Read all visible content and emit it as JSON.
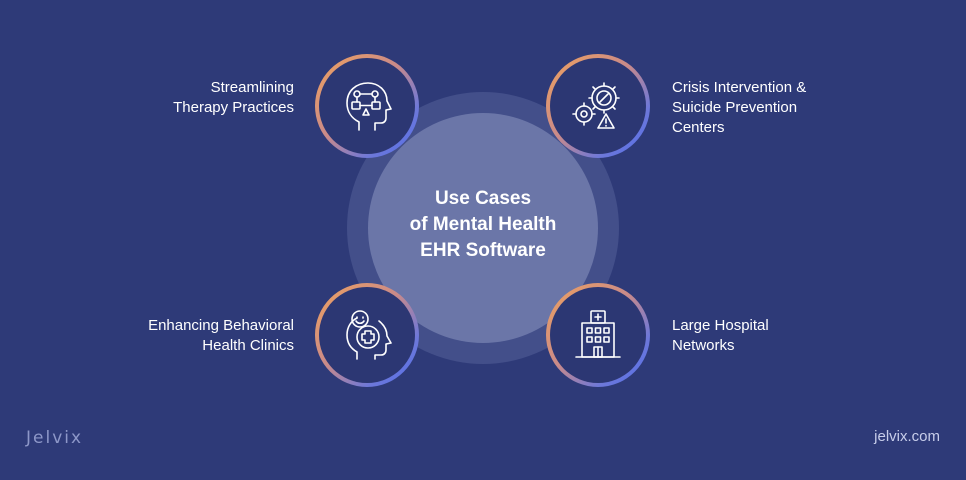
{
  "diagram": {
    "center_title": [
      "Use Cases",
      "of Mental Health",
      "EHR Software"
    ],
    "nodes": [
      {
        "label": [
          "Streamlining",
          "Therapy Practices"
        ],
        "icon": "head-flowchart-icon"
      },
      {
        "label": [
          "Crisis Intervention &",
          "Suicide Prevention",
          "Centers"
        ],
        "icon": "gears-warning-icon"
      },
      {
        "label": [
          "Enhancing Behavioral",
          "Health Clinics"
        ],
        "icon": "head-medical-cross-icon"
      },
      {
        "label": [
          "Large Hospital",
          "Networks"
        ],
        "icon": "hospital-building-icon"
      }
    ]
  },
  "colors": {
    "background": "#2e3a78",
    "ring_gradient_start": "#f0a25c",
    "ring_gradient_end": "#4f6ef0",
    "center_disc": "#6b76a8"
  },
  "brand": {
    "logo": "Jelvix",
    "url": "jelvix.com"
  }
}
